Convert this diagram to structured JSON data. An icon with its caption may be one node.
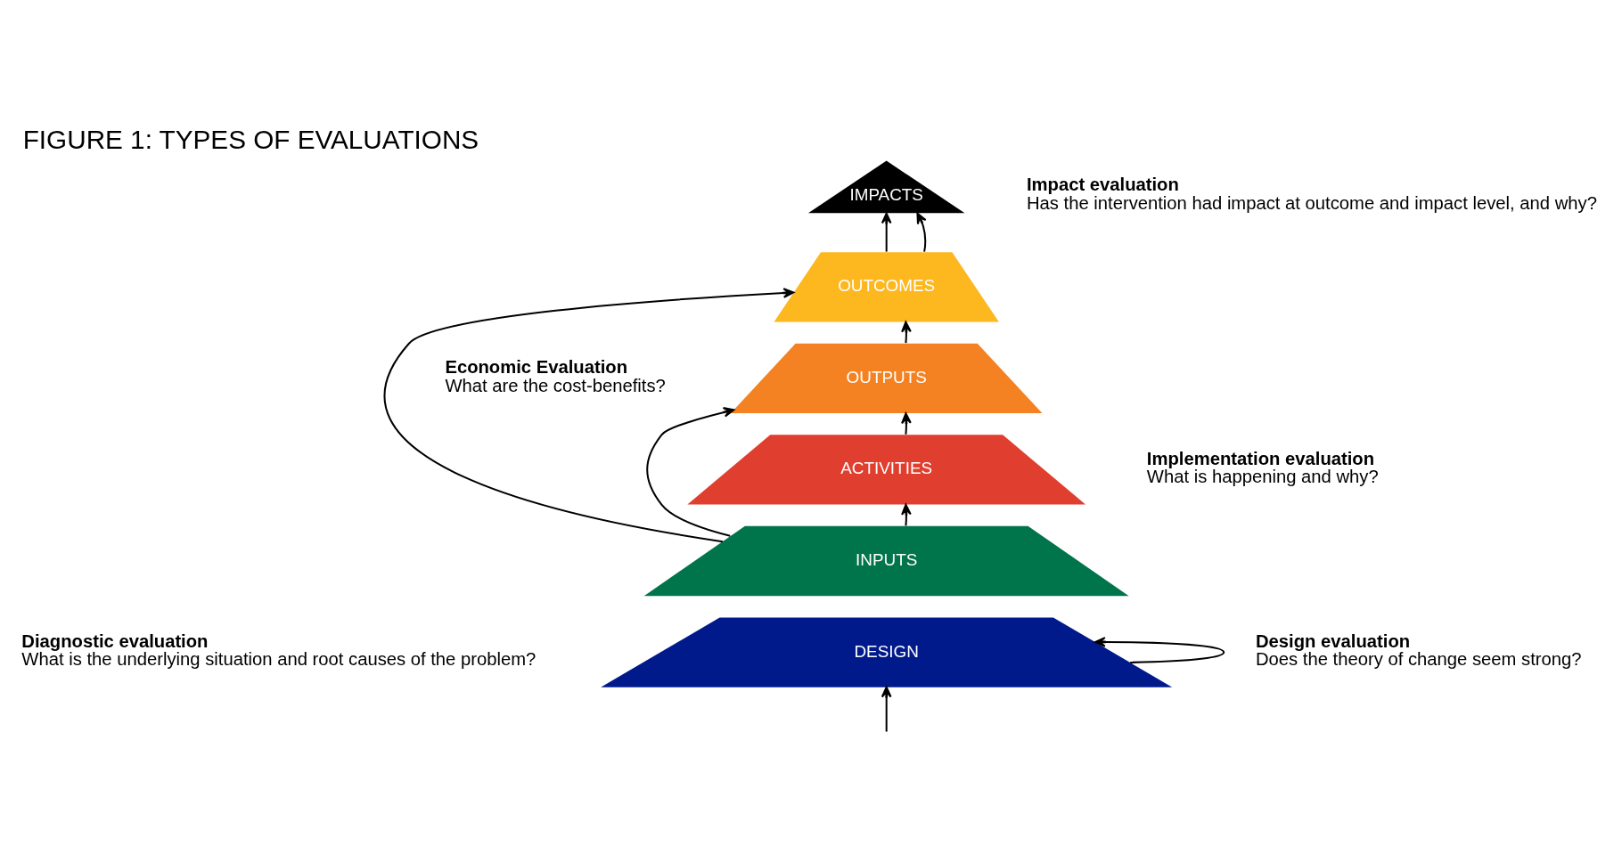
{
  "diagram": {
    "title": "FIGURE 1: TYPES OF EVALUATIONS",
    "nodes": [
      {
        "text": [
          "IMPACTS"
        ]
      },
      {
        "text": [
          "OUTCOMES"
        ]
      },
      {
        "text": [
          "OUTPUTS"
        ]
      },
      {
        "text": [
          "ACTIVITIES"
        ]
      },
      {
        "text": [
          "INPUTS"
        ]
      },
      {
        "text": [
          "DESIGN"
        ]
      }
    ],
    "edges": [
      {
        "from": 4,
        "to": 3,
        "arrow": "to"
      },
      {
        "from": 3,
        "to": 2,
        "arrow": "to"
      },
      {
        "from": 2,
        "to": 1,
        "arrow": "to"
      },
      {
        "from": 1,
        "to": 0,
        "arrow": "to"
      },
      {
        "from": 1,
        "to": 0,
        "arrow": "to"
      },
      {
        "from": 4,
        "to": 1,
        "arrow": "to"
      },
      {
        "from": 4,
        "to": 2,
        "arrow": "to"
      },
      {
        "from": 5,
        "to": 5,
        "arrow": "to"
      },
      {
        "from": null,
        "to": 5,
        "arrow": "to"
      }
    ],
    "labels": [
      "Impact evaluation",
      "Has the intervention had impact at outcome and impact level, and why?",
      "Economic Evaluation",
      "What are the cost-benefits?",
      "Implementation evaluation",
      "What is happening and why?",
      "Diagnostic evaluation",
      "What is the underlying situation and root causes of the problem?",
      "Design evaluation",
      "Does the theory of change seem strong?"
    ]
  }
}
